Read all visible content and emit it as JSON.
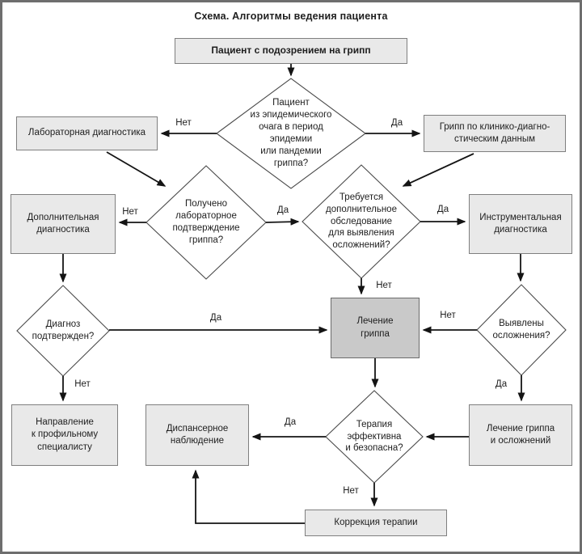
{
  "title": "Схема. Алгоритмы ведения пациента",
  "labels": {
    "yes": "Да",
    "no": "Нет"
  },
  "colors": {
    "box_fill": "#e9e9e9",
    "box_border": "#7f7f7f",
    "treatment_box_fill": "#c9c9c9",
    "diamond_fill": "#ffffff",
    "line": "#141414",
    "frame_border": "#6e6e6e"
  },
  "nodes": {
    "start": {
      "label": "Пациент с подозрением на грипп"
    },
    "lab_diagnostics": {
      "label": "Лабораторная диагностика"
    },
    "clinical_diagnosis": {
      "label": "Грипп по клинико-диагно-\nстическим данным"
    },
    "additional_diagnostics": {
      "label": "Дополнительная\nдиагностика"
    },
    "instrumental_diagnostics": {
      "label": "Инструментальная\nдиагностика"
    },
    "flu_treatment": {
      "label": "Лечение\nгриппа"
    },
    "specialist_referral": {
      "label": "Направление\nк профильному\nспециалисту"
    },
    "dispensary_observation": {
      "label": "Диспансерное\nнаблюдение"
    },
    "flu_and_complications_treatment": {
      "label": "Лечение гриппа\nи осложнений"
    },
    "therapy_correction": {
      "label": "Коррекция терапии"
    }
  },
  "decisions": {
    "epidemic_focus": {
      "label": "Пациент\nиз эпидемического\nочага в период\nэпидемии\nили пандемии\nгриппа?"
    },
    "lab_confirmation": {
      "label": "Получено\nлабораторное\nподтверждение\nгриппа?"
    },
    "additional_examination": {
      "label": "Требуется\nдополнительное\nобследование\nдля выявления\nосложнений?"
    },
    "diagnosis_confirmed": {
      "label": "Диагноз\nподтвержден?"
    },
    "complications_found": {
      "label": "Выявлены\nосложнения?"
    },
    "therapy_effective": {
      "label": "Терапия\nэффективна\nи безопасна?"
    }
  }
}
